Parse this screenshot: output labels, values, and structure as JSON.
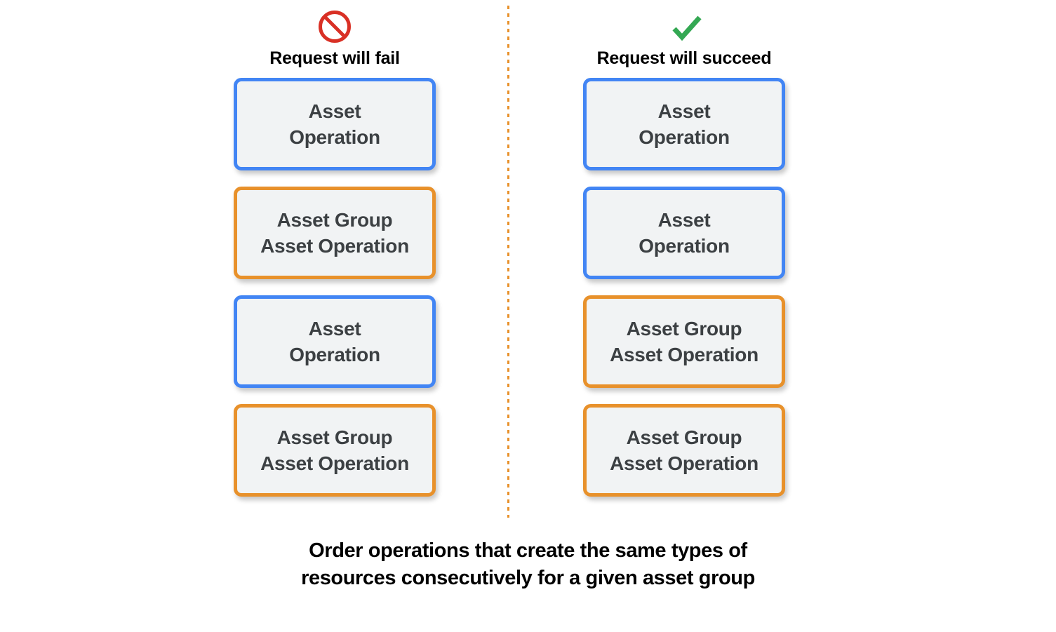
{
  "colors": {
    "asset_operation_border": "#4285F4",
    "asset_group_border": "#E8912B",
    "box_fill": "#F1F3F4",
    "box_text": "#3C4043",
    "fail_icon": "#D93025",
    "success_icon": "#34A853",
    "divider": "#E8912B",
    "background": "#FFFFFF",
    "caption_text": "#000000"
  },
  "columns": [
    {
      "id": "fail",
      "icon": "prohibition-icon",
      "header": "Request will fail",
      "boxes": [
        {
          "label": "Asset\nOperation",
          "type": "asset-operation",
          "color": "blue"
        },
        {
          "label": "Asset Group\nAsset Operation",
          "type": "asset-group-asset-operation",
          "color": "orange"
        },
        {
          "label": "Asset\nOperation",
          "type": "asset-operation",
          "color": "blue"
        },
        {
          "label": "Asset Group\nAsset Operation",
          "type": "asset-group-asset-operation",
          "color": "orange"
        }
      ]
    },
    {
      "id": "succeed",
      "icon": "check-icon",
      "header": "Request will succeed",
      "boxes": [
        {
          "label": "Asset\nOperation",
          "type": "asset-operation",
          "color": "blue"
        },
        {
          "label": "Asset\nOperation",
          "type": "asset-operation",
          "color": "blue"
        },
        {
          "label": "Asset Group\nAsset Operation",
          "type": "asset-group-asset-operation",
          "color": "orange"
        },
        {
          "label": "Asset Group\nAsset Operation",
          "type": "asset-group-asset-operation",
          "color": "orange"
        }
      ]
    }
  ],
  "caption": "Order operations that create the same types of\nresources consecutively for a given asset group"
}
